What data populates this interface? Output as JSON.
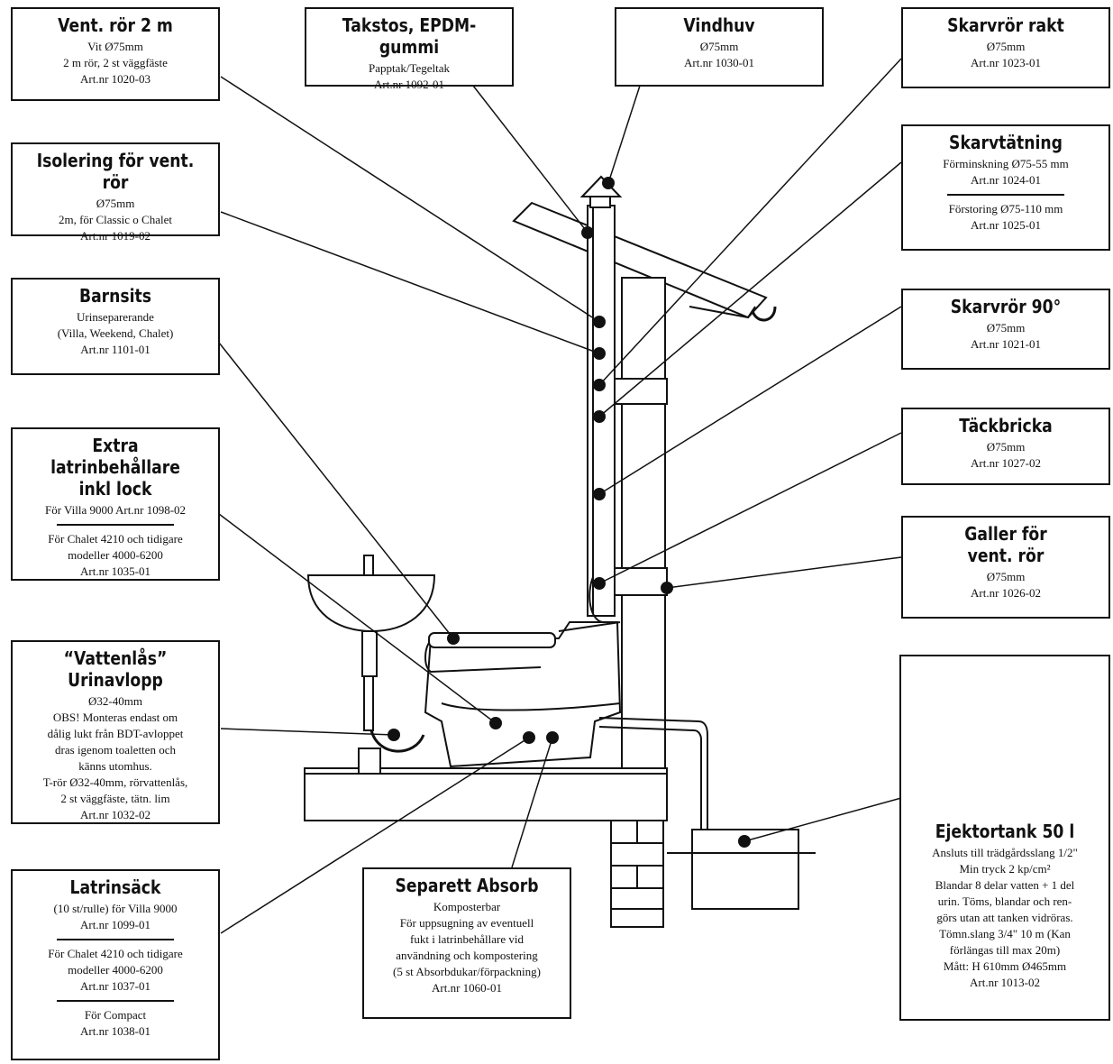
{
  "labels": {
    "vent_ror": {
      "title": "Vent. rör 2 m",
      "lines": [
        "Vit  Ø75mm",
        "2 m rör, 2 st väggfäste",
        "Art.nr 1020-03"
      ]
    },
    "takstos": {
      "title": "Takstos, EPDM-gummi",
      "lines": [
        "Papptak/Tegeltak",
        "Art.nr 1092-01"
      ]
    },
    "vindhuv": {
      "title": "Vindhuv",
      "lines": [
        "Ø75mm",
        "Art.nr 1030-01"
      ]
    },
    "skarvror_rakt": {
      "title": "Skarvrör rakt",
      "lines": [
        "Ø75mm",
        "Art.nr 1023-01"
      ]
    },
    "isolering": {
      "title": "Isolering för vent. rör",
      "lines": [
        "Ø75mm",
        "2m, för Classic o Chalet",
        "Art.nr 1019-02"
      ]
    },
    "skarvtatning": {
      "title": "Skarvtätning",
      "lines_a": [
        "Förminskning Ø75-55 mm",
        "Art.nr 1024-01"
      ],
      "lines_b": [
        "Förstoring Ø75-110 mm",
        "Art.nr  1025-01"
      ]
    },
    "barnsits": {
      "title": "Barnsits",
      "lines": [
        "Urinseparerande",
        "(Villa, Weekend, Chalet)",
        "Art.nr 1101-01"
      ]
    },
    "skarvror_90": {
      "title": "Skarvrör 90°",
      "lines": [
        "Ø75mm",
        "Art.nr 1021-01"
      ]
    },
    "tackbricka": {
      "title": "Täckbricka",
      "lines": [
        "Ø75mm",
        "Art.nr 1027-02"
      ]
    },
    "extra_latrin": {
      "title_lines": [
        "Extra latrinbehållare",
        "inkl lock"
      ],
      "lines_a": [
        "För Villa 9000 Art.nr 1098-02"
      ],
      "lines_b": [
        "För Chalet 4210 och tidigare",
        "modeller 4000-6200",
        "Art.nr 1035-01"
      ]
    },
    "galler": {
      "title_lines": [
        "Galler för",
        "vent. rör"
      ],
      "lines": [
        "Ø75mm",
        "Art.nr 1026-02"
      ]
    },
    "vattenlas": {
      "title": "“Vattenlås” Urinavlopp",
      "lines": [
        "Ø32-40mm",
        "OBS! Monteras endast om",
        "dålig lukt från BDT-avloppet",
        "dras igenom toaletten och",
        "känns utomhus.",
        "T-rör Ø32-40mm, rörvattenlås,",
        "2 st väggfäste, tätn. lim",
        "Art.nr 1032-02"
      ]
    },
    "ejektortank": {
      "title": "Ejektortank 50 l",
      "lines": [
        "Ansluts till trädgårdsslang 1/2\"",
        "Min tryck 2 kp/cm²",
        "Blandar 8 delar vatten + 1 del",
        "urin. Töms, blandar och ren-",
        "görs utan att tanken vidröras.",
        "Tömn.slang 3/4\" 10 m (Kan",
        "förlängas till max 20m)",
        "Mått: H 610mm Ø465mm",
        "Art.nr 1013-02"
      ]
    },
    "latrinsack": {
      "title": "Latrinsäck",
      "lines_a": [
        "(10 st/rulle) för Villa 9000",
        "Art.nr 1099-01"
      ],
      "lines_b": [
        "För Chalet 4210 och tidigare",
        "modeller 4000-6200",
        "Art.nr 1037-01"
      ],
      "lines_c": [
        "För Compact",
        "Art.nr 1038-01"
      ]
    },
    "separett_absorb": {
      "title": "Separett Absorb",
      "lines": [
        "Komposterbar",
        "För uppsugning av eventuell",
        "fukt i latrinbehållare vid",
        "användning och kompostering",
        "(5 st Absorbdukar/förpackning)",
        "Art.nr 1060-01"
      ]
    }
  },
  "colors": {
    "ink": "#111111",
    "paper": "#ffffff",
    "photo_bg": "#d8d8d8"
  }
}
